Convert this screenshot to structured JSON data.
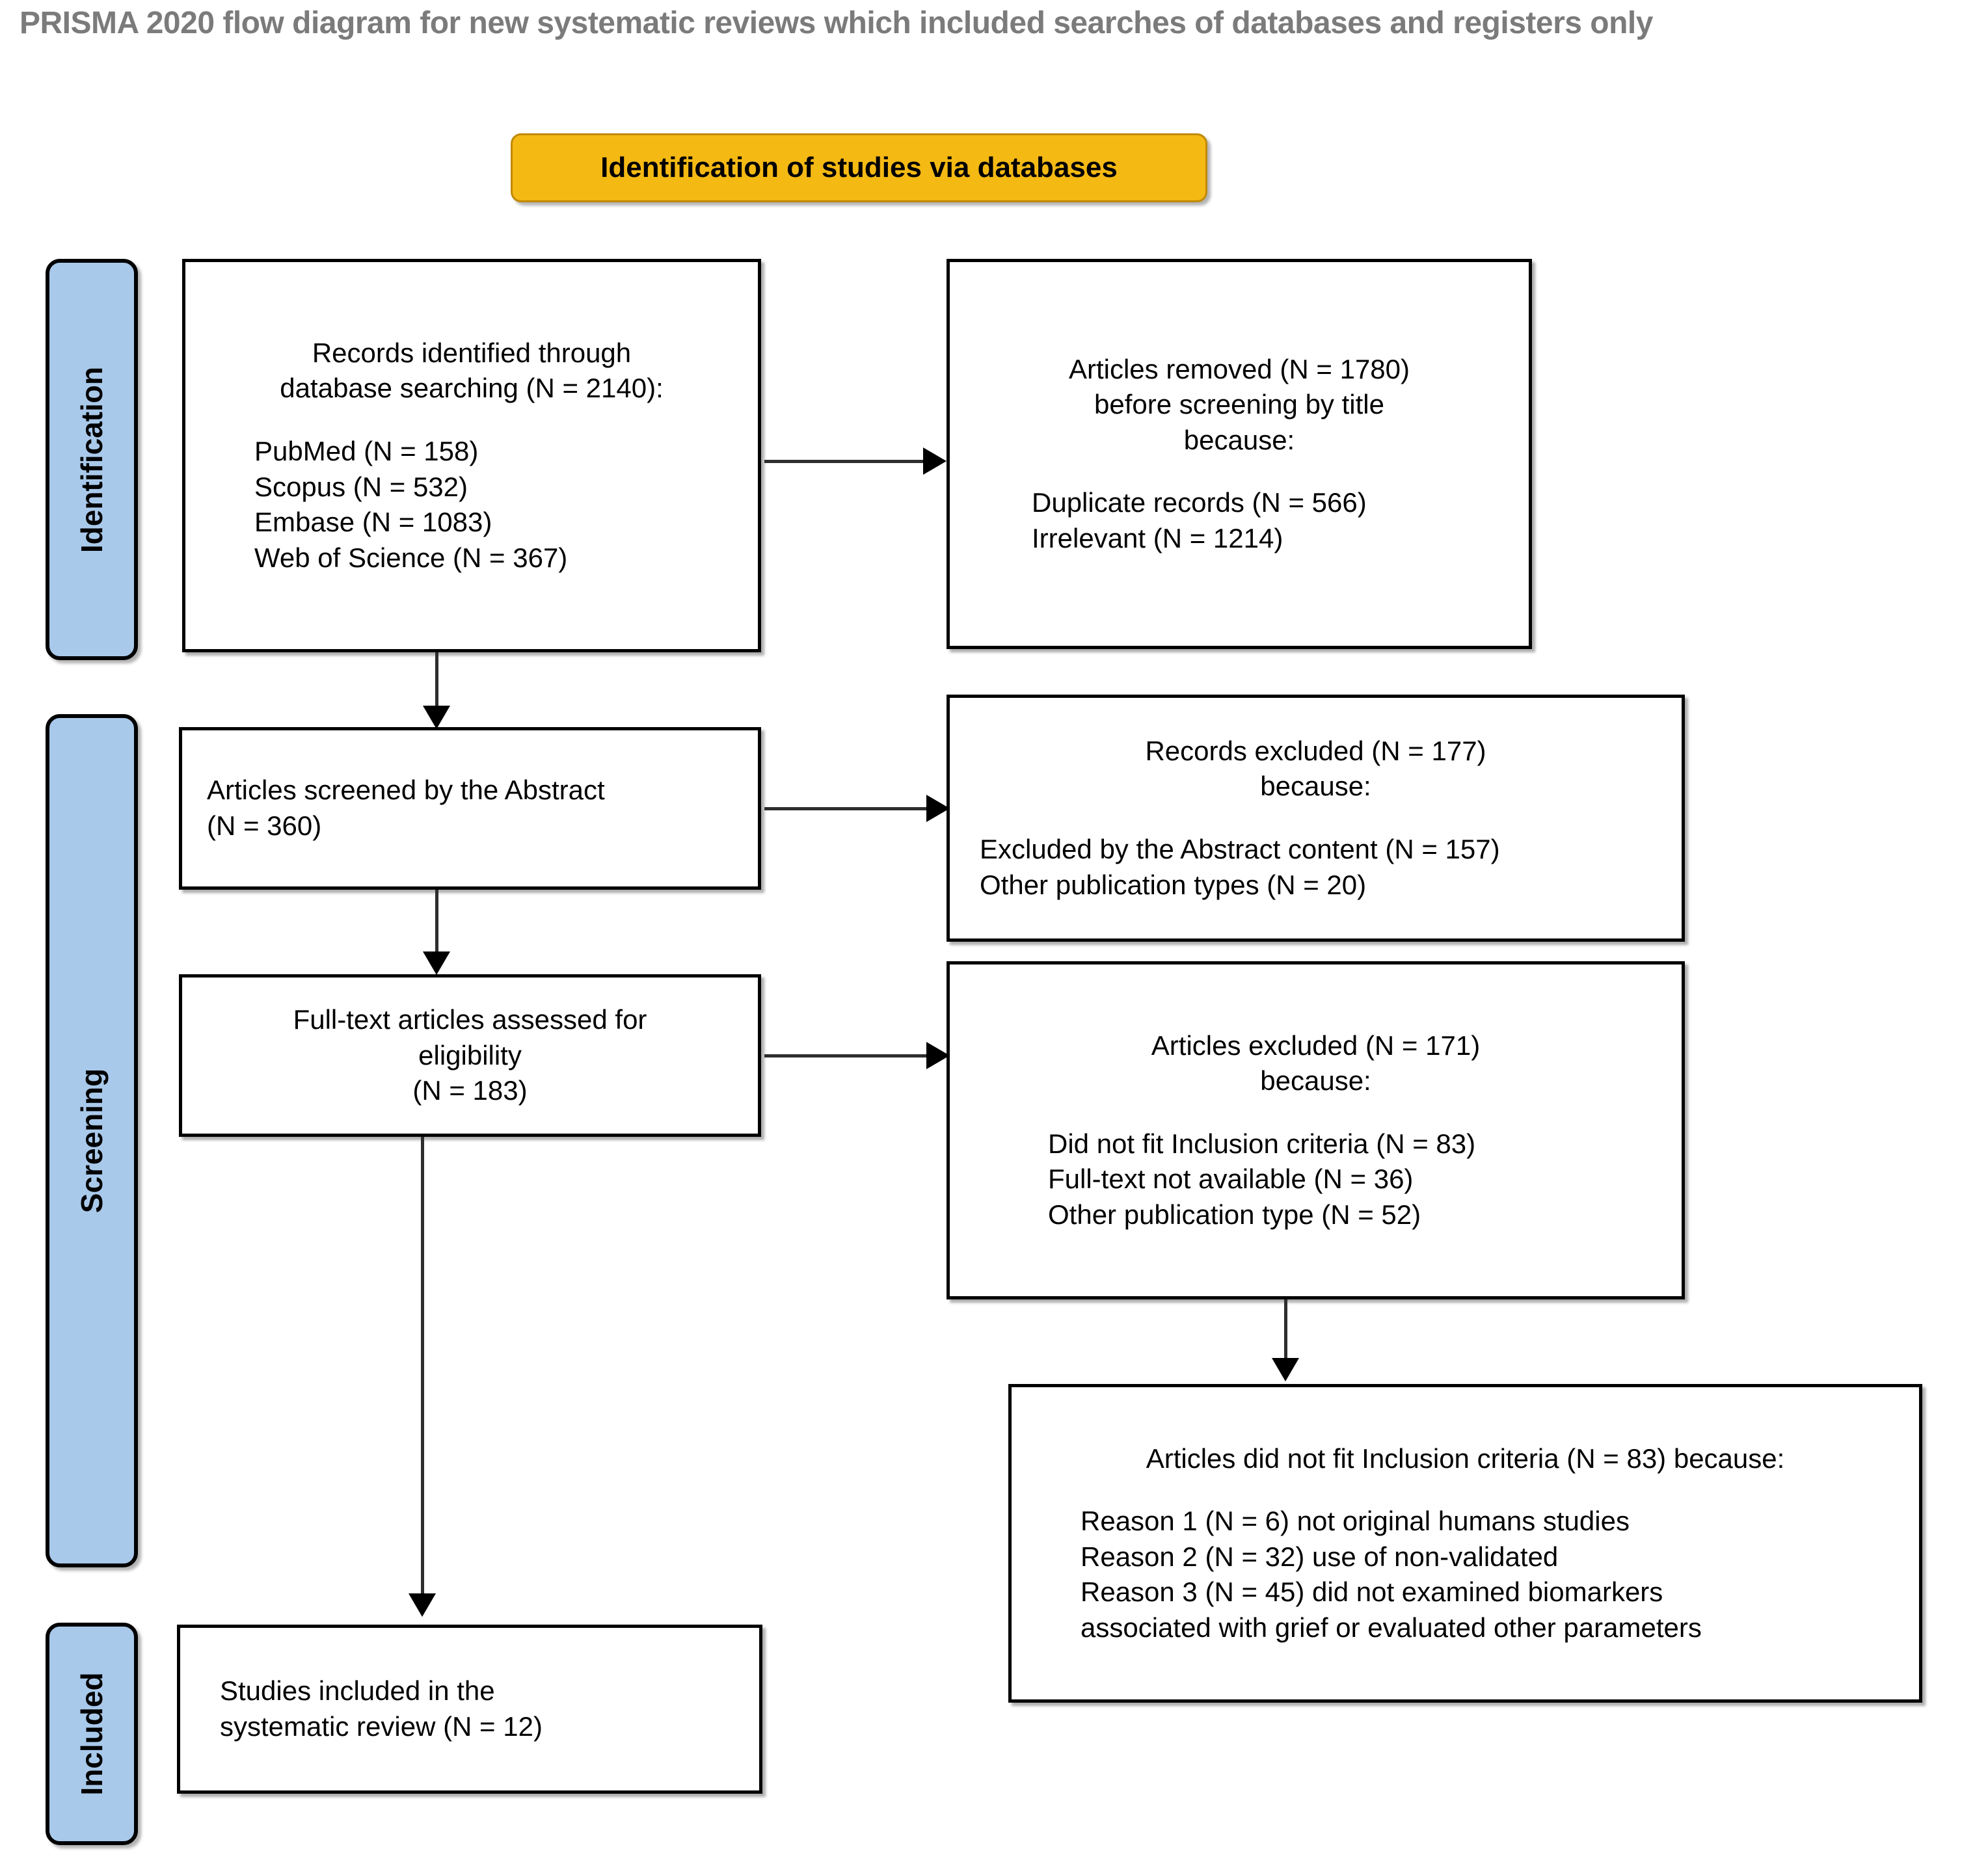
{
  "title": "PRISMA 2020 flow diagram for new systematic reviews which included searches of databases and registers only",
  "stage_banner": {
    "label": "Identification of studies via databases",
    "fill_color": "#F5B914",
    "border_color": "#C08A05"
  },
  "phase_rails": [
    {
      "label": "Identification",
      "fill_color": "#A9C9EB"
    },
    {
      "label": "Screening",
      "fill_color": "#A9C9EB"
    },
    {
      "label": "Included",
      "fill_color": "#A9C9EB"
    }
  ],
  "boxes": {
    "records_identified": {
      "lines": [
        "Records identified through",
        "database searching (N = 2140):",
        "",
        "PubMed (N = 158)",
        "Scopus (N = 532)",
        "Embase (N = 1083)",
        "Web of Science (N = 367)"
      ]
    },
    "articles_removed": {
      "lines": [
        "Articles removed (N = 1780)",
        "before screening by title",
        "because:",
        "",
        "Duplicate records (N = 566)",
        "Irrelevant (N = 1214)"
      ]
    },
    "articles_screened_abstract": {
      "lines": [
        "Articles screened by the Abstract",
        "(N = 360)"
      ]
    },
    "records_excluded": {
      "lines": [
        "Records excluded (N = 177)",
        "because:",
        "",
        "Excluded by the Abstract content (N = 157)",
        "Other publication types (N = 20)"
      ]
    },
    "fulltext_assessed": {
      "lines": [
        "Full-text articles assessed for",
        "eligibility",
        "(N = 183)"
      ]
    },
    "articles_excluded": {
      "lines": [
        "Articles excluded (N = 171)",
        "because:",
        "",
        "Did not fit Inclusion criteria (N = 83)",
        "Full-text not available (N = 36)",
        "Other publication type (N = 52)"
      ]
    },
    "inclusion_reasons": {
      "lines": [
        "Articles did not fit Inclusion criteria (N = 83) because:",
        "",
        "Reason 1 (N = 6) not original humans studies",
        "Reason 2 (N = 32) use of non-validated",
        "Reason 3 (N = 45) did not examined biomarkers",
        "associated with grief or evaluated other parameters"
      ]
    },
    "studies_included": {
      "lines": [
        "Studies included in the",
        "systematic review (N = 12)"
      ]
    }
  },
  "chart_data": {
    "type": "diagram",
    "title": "PRISMA 2020 flow diagram for new systematic reviews which included searches of databases and registers only",
    "nodes": [
      {
        "id": "records_identified",
        "phase": "Identification",
        "label": "Records identified through database searching",
        "n": 2140,
        "breakdown": [
          {
            "source": "PubMed",
            "n": 158
          },
          {
            "source": "Scopus",
            "n": 532
          },
          {
            "source": "Embase",
            "n": 1083
          },
          {
            "source": "Web of Science",
            "n": 367
          }
        ]
      },
      {
        "id": "articles_removed",
        "phase": "Identification",
        "label": "Articles removed before screening by title",
        "n": 1780,
        "breakdown": [
          {
            "reason": "Duplicate records",
            "n": 566
          },
          {
            "reason": "Irrelevant",
            "n": 1214
          }
        ]
      },
      {
        "id": "articles_screened_abstract",
        "phase": "Screening",
        "label": "Articles screened by the Abstract",
        "n": 360
      },
      {
        "id": "records_excluded",
        "phase": "Screening",
        "label": "Records excluded",
        "n": 177,
        "breakdown": [
          {
            "reason": "Excluded by the Abstract content",
            "n": 157
          },
          {
            "reason": "Other publication types",
            "n": 20
          }
        ]
      },
      {
        "id": "fulltext_assessed",
        "phase": "Screening",
        "label": "Full-text articles assessed for eligibility",
        "n": 183
      },
      {
        "id": "articles_excluded",
        "phase": "Screening",
        "label": "Articles excluded",
        "n": 171,
        "breakdown": [
          {
            "reason": "Did not fit Inclusion criteria",
            "n": 83
          },
          {
            "reason": "Full-text not available",
            "n": 36
          },
          {
            "reason": "Other publication type",
            "n": 52
          }
        ]
      },
      {
        "id": "inclusion_reasons",
        "phase": "Screening",
        "label": "Articles did not fit Inclusion criteria",
        "n": 83,
        "breakdown": [
          {
            "reason": "Reason 1 not original humans studies",
            "n": 6
          },
          {
            "reason": "Reason 2 use of non-validated",
            "n": 32
          },
          {
            "reason": "Reason 3 did not examined biomarkers associated with grief or evaluated other parameters",
            "n": 45
          }
        ]
      },
      {
        "id": "studies_included",
        "phase": "Included",
        "label": "Studies included in the systematic review",
        "n": 12
      }
    ],
    "edges": [
      {
        "from": "records_identified",
        "to": "articles_removed",
        "direction": "right"
      },
      {
        "from": "records_identified",
        "to": "articles_screened_abstract",
        "direction": "down"
      },
      {
        "from": "articles_screened_abstract",
        "to": "records_excluded",
        "direction": "right"
      },
      {
        "from": "articles_screened_abstract",
        "to": "fulltext_assessed",
        "direction": "down"
      },
      {
        "from": "fulltext_assessed",
        "to": "articles_excluded",
        "direction": "right"
      },
      {
        "from": "fulltext_assessed",
        "to": "studies_included",
        "direction": "down"
      },
      {
        "from": "articles_excluded",
        "to": "inclusion_reasons",
        "direction": "down"
      }
    ]
  }
}
